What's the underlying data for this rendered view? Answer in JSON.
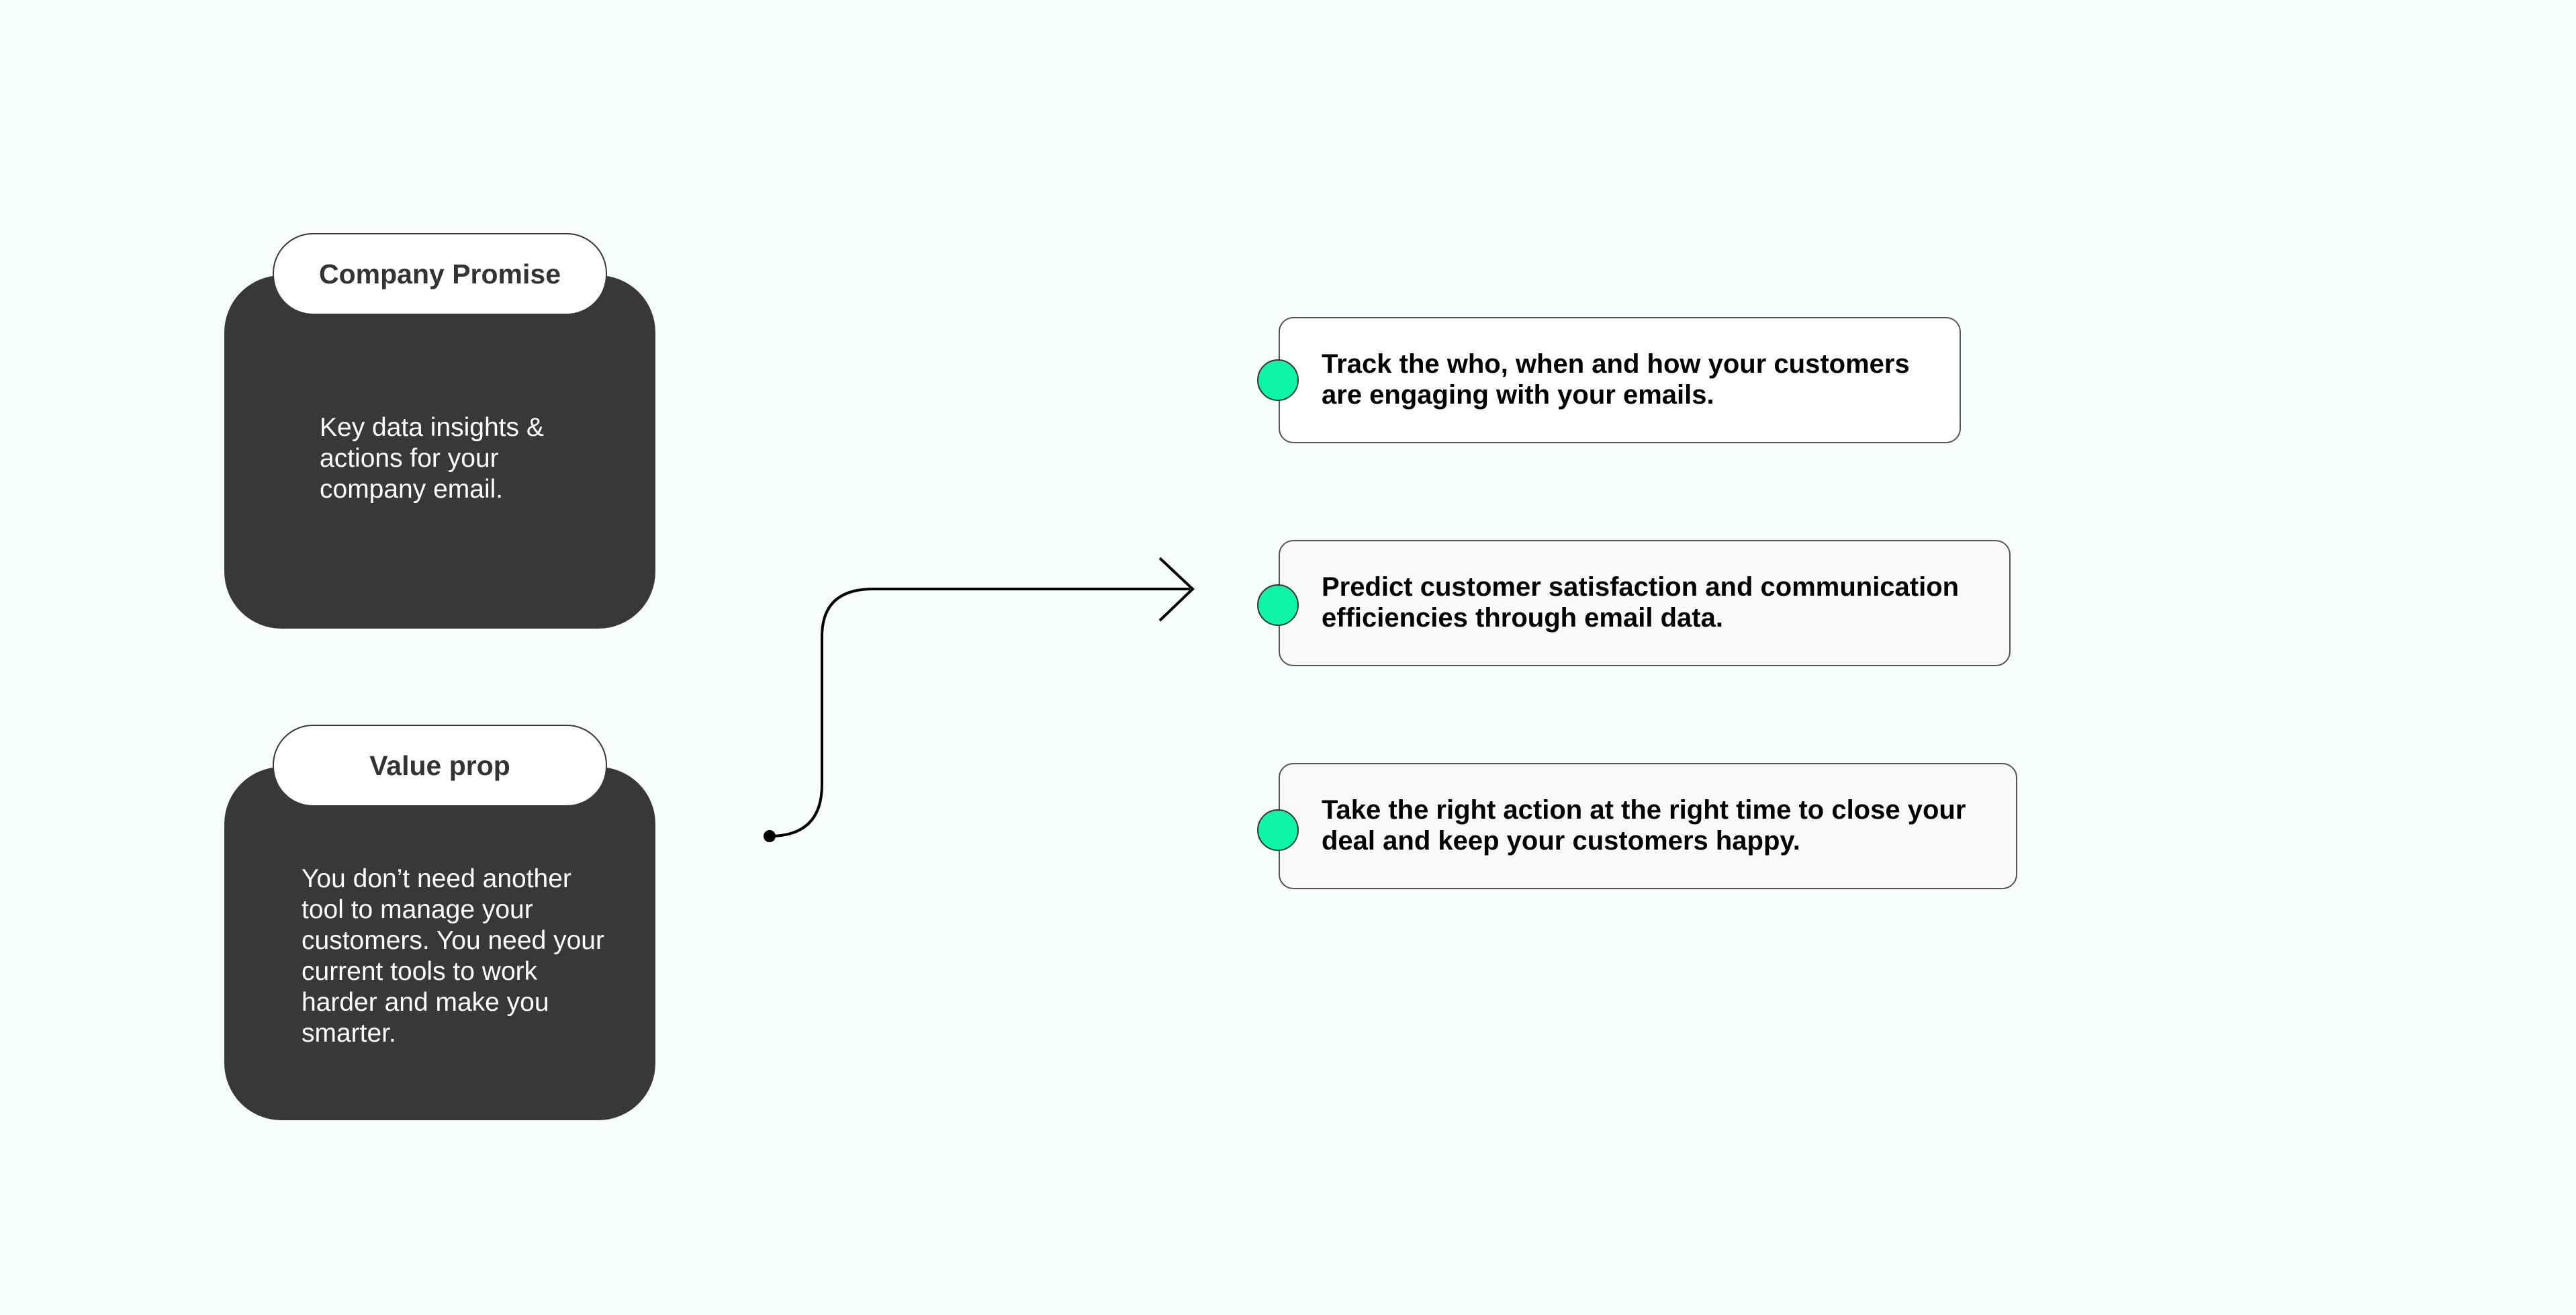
{
  "company_promise": {
    "title": "Company Promise",
    "body": "Key data insights &\nactions for your\ncompany email."
  },
  "value_prop": {
    "title": "Value prop",
    "body": "You don’t need another\ntool to manage your\ncustomers. You need your\ncurrent tools to work\nharder and make you\nsmarter."
  },
  "benefits": [
    {
      "text": "Track the who, when and how your customers\nare engaging with your emails."
    },
    {
      "text": "Predict customer satisfaction and communication\nefficiencies through email data."
    },
    {
      "text": "Take the right action at the right time to close your\ndeal and keep your customers happy."
    }
  ],
  "colors": {
    "background": "#f6fefb",
    "card": "#383838",
    "accent_dot": "#0ff5a8"
  }
}
